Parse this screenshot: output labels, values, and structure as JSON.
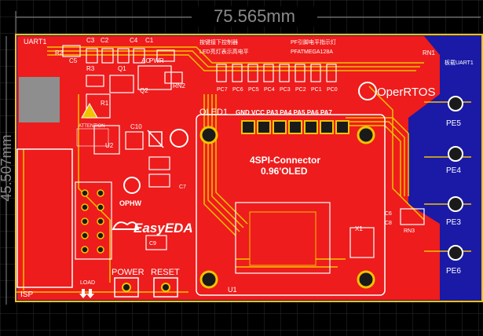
{
  "board": {
    "width_dimension": "75.565mm",
    "height_dimension": "45.507mm"
  },
  "labels": {
    "uart": "UART1",
    "r2": "R2",
    "c5": "C5",
    "c3": "C3",
    "c2": "C2",
    "c4": "C4",
    "c1": "C1",
    "ao": "AO",
    "pwr": "PWR",
    "r3": "R3",
    "q1": "Q1",
    "q2": "Q2",
    "r1": "R1",
    "rn2": "RN2",
    "rn1": "RN1",
    "u2": "U2",
    "c10": "C10",
    "oled1": "OLED1",
    "pins": "GND VCC PA3 PA4 PA5 PA6 PA7",
    "spi": "4SPI-Connector",
    "oled_size": "0.96'OLED",
    "led_ports": [
      "PC7",
      "PC6",
      "PC5",
      "PC4",
      "PC3",
      "PC2",
      "PC1",
      "PC0"
    ],
    "os": "OperRTOS",
    "opensource": "OPHW",
    "easyeda": "EasyEDA",
    "power": "POWER",
    "reset": "RESET",
    "load": "LOAD",
    "isp": "ISP",
    "u1": "U1",
    "x1": "X1",
    "c6": "C6",
    "c8": "C8",
    "c9": "C9",
    "c7": "C7",
    "rn3": "RN3",
    "attention": "ATTENTION",
    "pe": [
      "PE5",
      "PE4",
      "PE3",
      "PE6"
    ],
    "uart_cn": "板载UART1",
    "cn_note1": "按键接下控制器",
    "cn_note2": "LED亮灯表示高电平",
    "cn_note3": "PF引脚电平指示灯",
    "cn_note4": "PFATMEGA128A"
  },
  "colors": {
    "board_red": "#ee1c1c",
    "copper_blue": "#1a1aa6",
    "silk_white": "#ffffff",
    "trace_yellow": "#f2c400",
    "grid": "#2a2a2a"
  }
}
